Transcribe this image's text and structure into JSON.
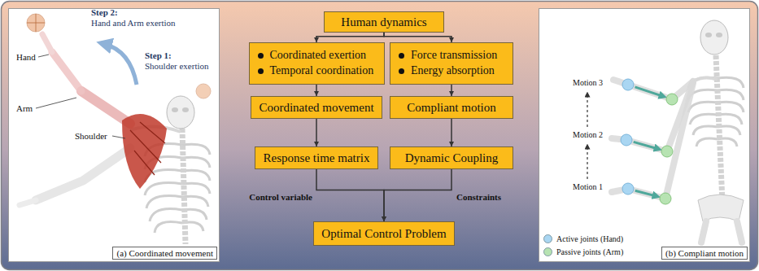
{
  "diagram": {
    "nodes": [
      {
        "text": [
          "(a) Coordinated movement"
        ]
      },
      {
        "text": [
          "Human dynamics"
        ]
      },
      {
        "text": [
          "Coordinated exertion",
          "Temporal coordination"
        ]
      },
      {
        "text": [
          "Force transmission",
          "Energy absorption"
        ]
      },
      {
        "text": [
          "Coordinated movement"
        ]
      },
      {
        "text": [
          "Compliant motion"
        ]
      },
      {
        "text": [
          "Response time matrix"
        ]
      },
      {
        "text": [
          "Dynamic Coupling"
        ]
      },
      {
        "text": [
          "Optimal Control Problem"
        ]
      },
      {
        "text": [
          "(b) Compliant motion"
        ]
      }
    ],
    "edges": [
      {
        "from": 1,
        "to": 2,
        "arrow": "to"
      },
      {
        "from": 1,
        "to": 3,
        "arrow": "to"
      },
      {
        "from": 2,
        "to": 4,
        "arrow": "to"
      },
      {
        "from": 3,
        "to": 5,
        "arrow": "to"
      },
      {
        "from": 4,
        "to": 6,
        "arrow": "to"
      },
      {
        "from": 5,
        "to": 7,
        "arrow": "to"
      },
      {
        "from": 6,
        "to": 8,
        "arrow": "to"
      },
      {
        "from": 7,
        "to": 8,
        "arrow": "to"
      }
    ],
    "labels": [
      "Step 2:",
      "Hand and Arm exertion",
      "Step 1:",
      "Shoulder exertion",
      "Hand",
      "Arm",
      "Shoulder",
      "Control variable",
      "Constraints",
      "Motion 3",
      "Motion 2",
      "Motion 1"
    ],
    "legend": [
      {
        "text": "Active joints (Hand)",
        "color": "#a9d6f2"
      },
      {
        "text": "Passive joints (Arm)",
        "color": "#b7e3b2"
      }
    ]
  }
}
